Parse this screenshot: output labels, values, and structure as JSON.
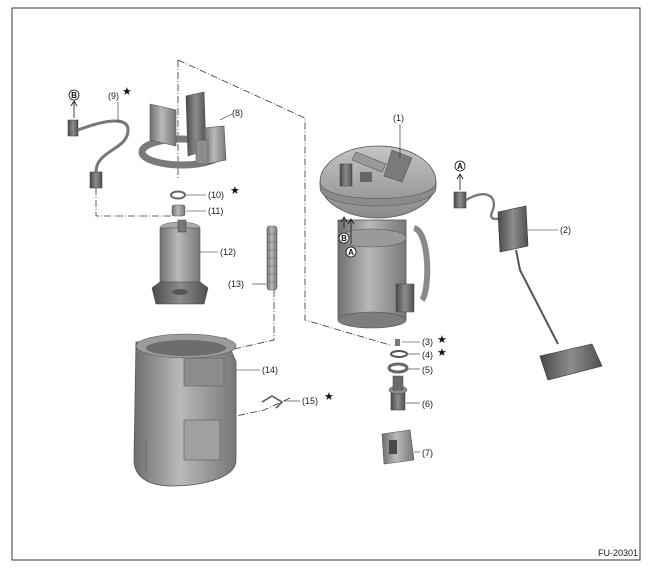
{
  "diagram_code": "FU-20301",
  "parts": [
    {
      "key": "p1",
      "label": "(1)",
      "star": false
    },
    {
      "key": "p2",
      "label": "(2)",
      "star": false
    },
    {
      "key": "p3",
      "label": "(3)",
      "star": true
    },
    {
      "key": "p4",
      "label": "(4)",
      "star": true
    },
    {
      "key": "p5",
      "label": "(5)",
      "star": false
    },
    {
      "key": "p6",
      "label": "(6)",
      "star": false
    },
    {
      "key": "p7",
      "label": "(7)",
      "star": false
    },
    {
      "key": "p8",
      "label": "(8)",
      "star": false
    },
    {
      "key": "p9",
      "label": "(9)",
      "star": true
    },
    {
      "key": "p10",
      "label": "(10)",
      "star": true
    },
    {
      "key": "p11",
      "label": "(11)",
      "star": false
    },
    {
      "key": "p12",
      "label": "(12)",
      "star": false
    },
    {
      "key": "p13",
      "label": "(13)",
      "star": false
    },
    {
      "key": "p14",
      "label": "(14)",
      "star": false
    },
    {
      "key": "p15",
      "label": "(15)",
      "star": true
    }
  ],
  "star_symbol": "★",
  "connectors": {
    "a": "A",
    "b": "B"
  }
}
